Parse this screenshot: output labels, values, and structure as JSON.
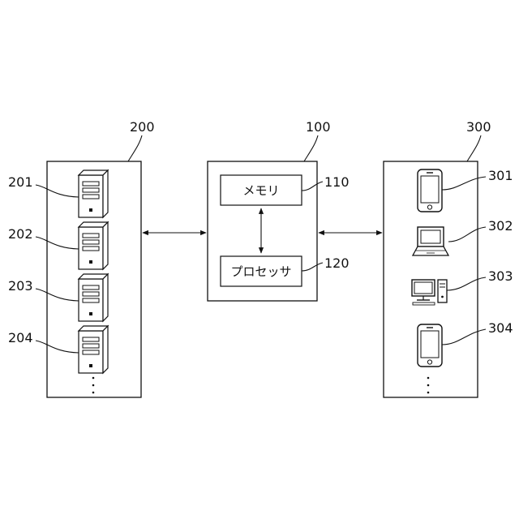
{
  "labels": {
    "group_200": "200",
    "group_100": "100",
    "group_300": "300",
    "server_201": "201",
    "server_202": "202",
    "server_203": "203",
    "server_204": "204",
    "memory_110": "110",
    "processor_120": "120",
    "device_301": "301",
    "device_302": "302",
    "device_303": "303",
    "device_304": "304"
  },
  "center": {
    "memory_text": "メモリ",
    "processor_text": "プロセッサ"
  },
  "continuation": "·"
}
